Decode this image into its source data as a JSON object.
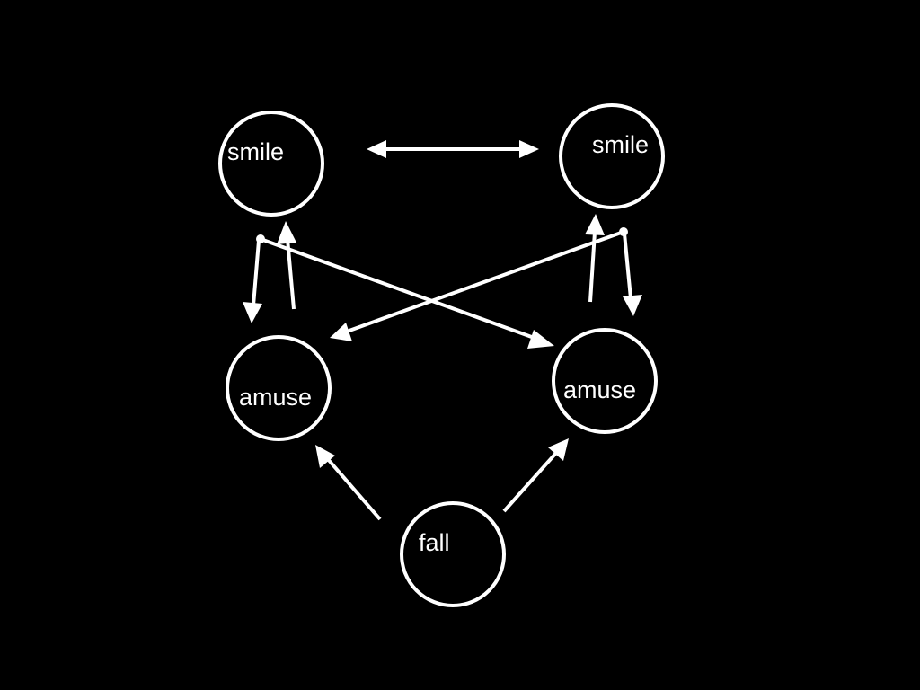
{
  "diagram": {
    "colors": {
      "background": "#000000",
      "foreground": "#ffffff"
    },
    "nodes": {
      "smile_left": {
        "label": "smile"
      },
      "smile_right": {
        "label": "smile"
      },
      "amuse_left": {
        "label": "amuse"
      },
      "amuse_right": {
        "label": "amuse"
      },
      "fall": {
        "label": "fall"
      }
    },
    "edges": [
      {
        "from": "smile_left",
        "to": "smile_right",
        "direction": "bidirectional"
      },
      {
        "from": "smile_left",
        "to": "amuse_left",
        "direction": "forward"
      },
      {
        "from": "amuse_left",
        "to": "smile_left",
        "direction": "forward"
      },
      {
        "from": "smile_left",
        "to": "amuse_right",
        "direction": "forward"
      },
      {
        "from": "smile_right",
        "to": "amuse_left",
        "direction": "forward"
      },
      {
        "from": "smile_right",
        "to": "amuse_right",
        "direction": "forward"
      },
      {
        "from": "amuse_right",
        "to": "smile_right",
        "direction": "forward"
      },
      {
        "from": "fall",
        "to": "amuse_left",
        "direction": "forward"
      },
      {
        "from": "fall",
        "to": "amuse_right",
        "direction": "forward"
      }
    ]
  }
}
